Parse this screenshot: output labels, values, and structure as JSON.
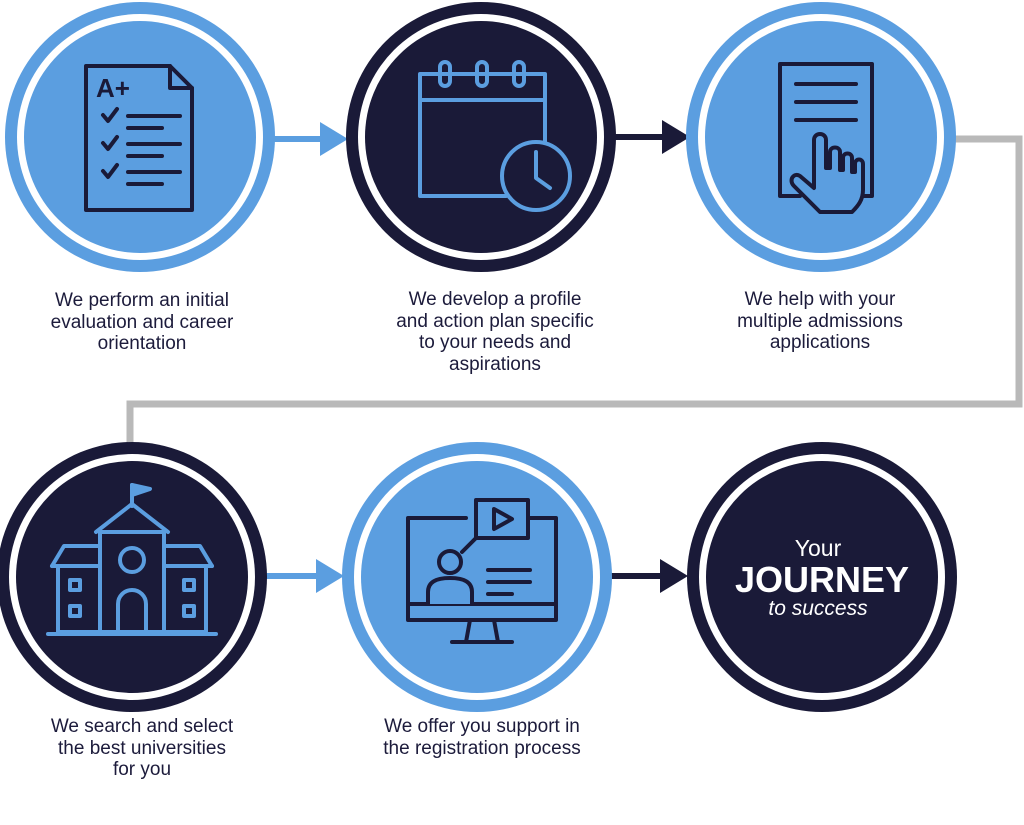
{
  "colors": {
    "light_blue": "#5b9ee0",
    "navy": "#1a1a38",
    "connector_gray": "#b9b9b9",
    "white": "#ffffff"
  },
  "steps": [
    {
      "icon": "graded-checklist-icon",
      "grade": "A+",
      "caption_lines": [
        "We perform an initial",
        "evaluation and career",
        "orientation"
      ]
    },
    {
      "icon": "calendar-clock-icon",
      "caption_lines": [
        "We develop a profile",
        "and action plan specific",
        "to your needs and",
        "aspirations"
      ]
    },
    {
      "icon": "document-tap-icon",
      "caption_lines": [
        "We help with your",
        "multiple admissions",
        "applications"
      ]
    },
    {
      "icon": "university-building-icon",
      "caption_lines": [
        "We search and select",
        "the best universities",
        "for you"
      ]
    },
    {
      "icon": "video-lesson-monitor-icon",
      "caption_lines": [
        "We offer you support in",
        "the registration process"
      ]
    }
  ],
  "final": {
    "line1": "Your",
    "line2": "JOURNEY",
    "line3": "to success"
  }
}
